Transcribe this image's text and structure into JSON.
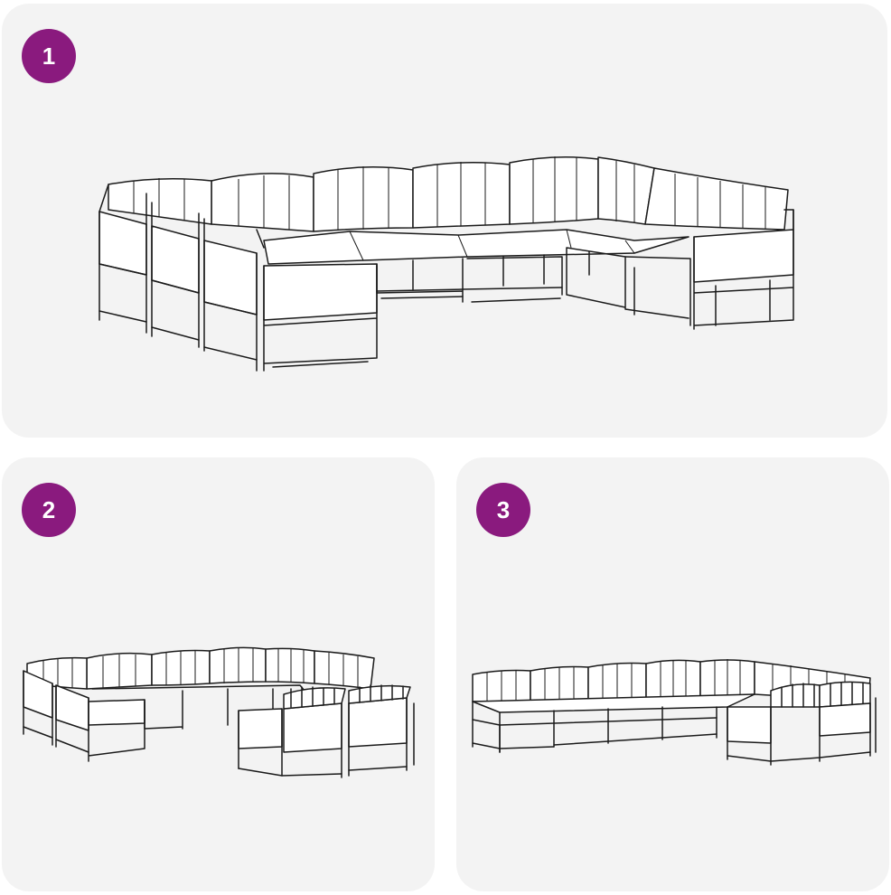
{
  "badge_color": "#8a1a7e",
  "panel_background": "#f3f3f3",
  "panels": [
    {
      "number": "1",
      "illustration": "u-shaped-sofa-set-full"
    },
    {
      "number": "2",
      "illustration": "sofa-set-split-layout"
    },
    {
      "number": "3",
      "illustration": "sofa-set-l-layout"
    }
  ]
}
